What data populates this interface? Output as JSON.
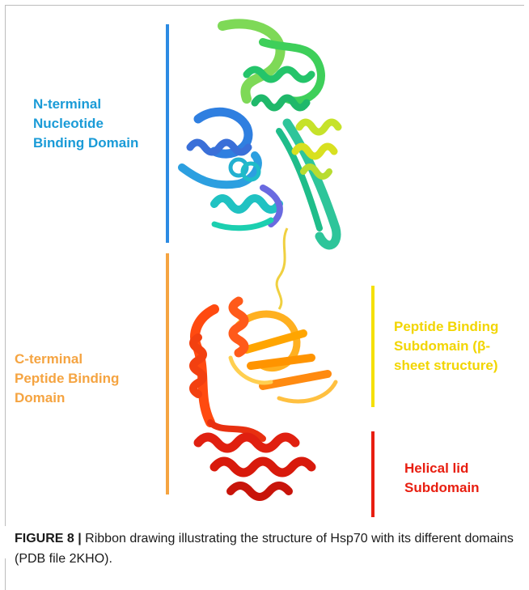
{
  "labels": {
    "n_terminal": {
      "lines": [
        "N-terminal",
        "Nucleotide",
        "Binding Domain"
      ],
      "color": "#1a9bd7"
    },
    "c_terminal": {
      "lines": [
        "C-terminal",
        "Peptide Binding",
        "Domain"
      ],
      "color": "#f5a441"
    },
    "peptide_subdomain": {
      "lines": [
        "Peptide Binding",
        "Subdomain (β-",
        "sheet structure)"
      ],
      "color": "#f2d500"
    },
    "helical_lid": {
      "lines": [
        "Helical lid",
        "Subdomain"
      ],
      "color": "#e81e10"
    }
  },
  "bars": {
    "n_terminal": "#2c8be3",
    "c_terminal": "#f5a441",
    "peptide_subdomain": "#f5e000",
    "helical_lid": "#e81e10"
  },
  "caption": {
    "label": "FIGURE 8 |",
    "text": " Ribbon drawing illustrating the structure of Hsp70 with its different domains (PDB file 2KHO)."
  }
}
